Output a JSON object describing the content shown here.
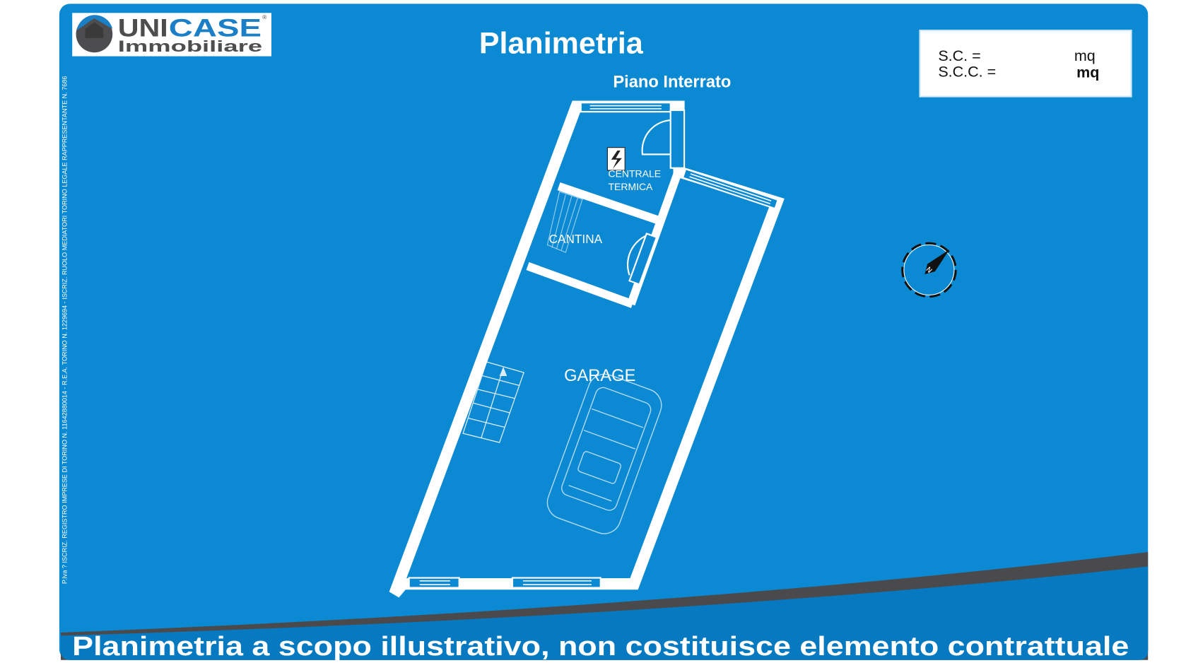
{
  "logo": {
    "brand_uni": "UNI",
    "brand_case": "CASE",
    "registered": "®",
    "subtitle": "Immobiliare"
  },
  "header": {
    "title": "Planimetria",
    "floor": "Piano Interrato"
  },
  "surface_box": {
    "sc_label": "S.C. =",
    "sc_unit": "mq",
    "scc_label": "S.C.C. =",
    "scc_unit": "mq"
  },
  "rooms": {
    "centrale_line1": "CENTRALE",
    "centrale_line2": "TERMICA",
    "cantina": "CANTINA",
    "garage": "GARAGE"
  },
  "compass": {
    "north": "N"
  },
  "legal_text": "P.Iva ? ISCRIZ. REGISTRO IMPRESE DI TORINO N. 11642880014 - R.E.A. TORINO N. 1229694 - ISCRIZ. RUOLO MEDIATORI TORINO LEGALE RAPPRESENTANTE N. 7686",
  "footer": {
    "disclaimer": "Planimetria a scopo illustrativo, non costituisce elemento contrattuale"
  },
  "colors": {
    "blue": "#0b89d3",
    "dark_blue": "#0679c0",
    "gray": "#4a4a4c",
    "logo_gray": "#4d4d4f",
    "logo_blue": "#1a7fc6"
  }
}
